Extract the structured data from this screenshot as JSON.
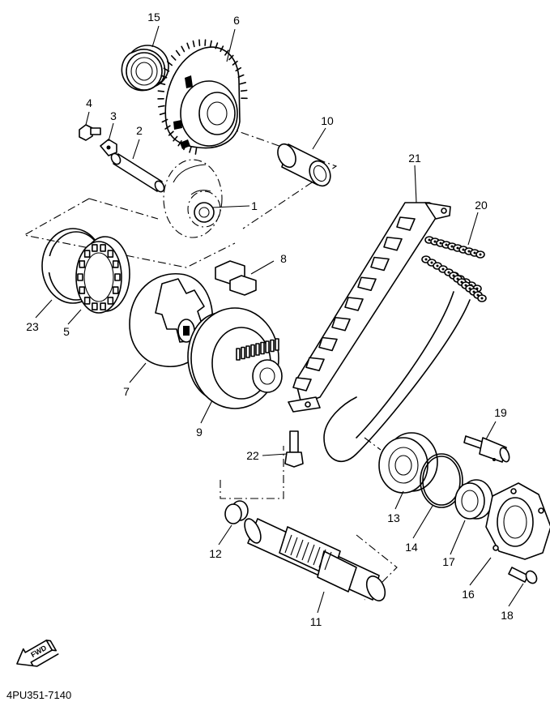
{
  "diagram": {
    "code": "4PU351-7140",
    "direction_label": "FWD",
    "callouts": [
      "15",
      "6",
      "4",
      "3",
      "2",
      "10",
      "1",
      "21",
      "20",
      "8",
      "23",
      "5",
      "7",
      "9",
      "22",
      "19",
      "13",
      "12",
      "14",
      "17",
      "16",
      "18",
      "11"
    ]
  }
}
